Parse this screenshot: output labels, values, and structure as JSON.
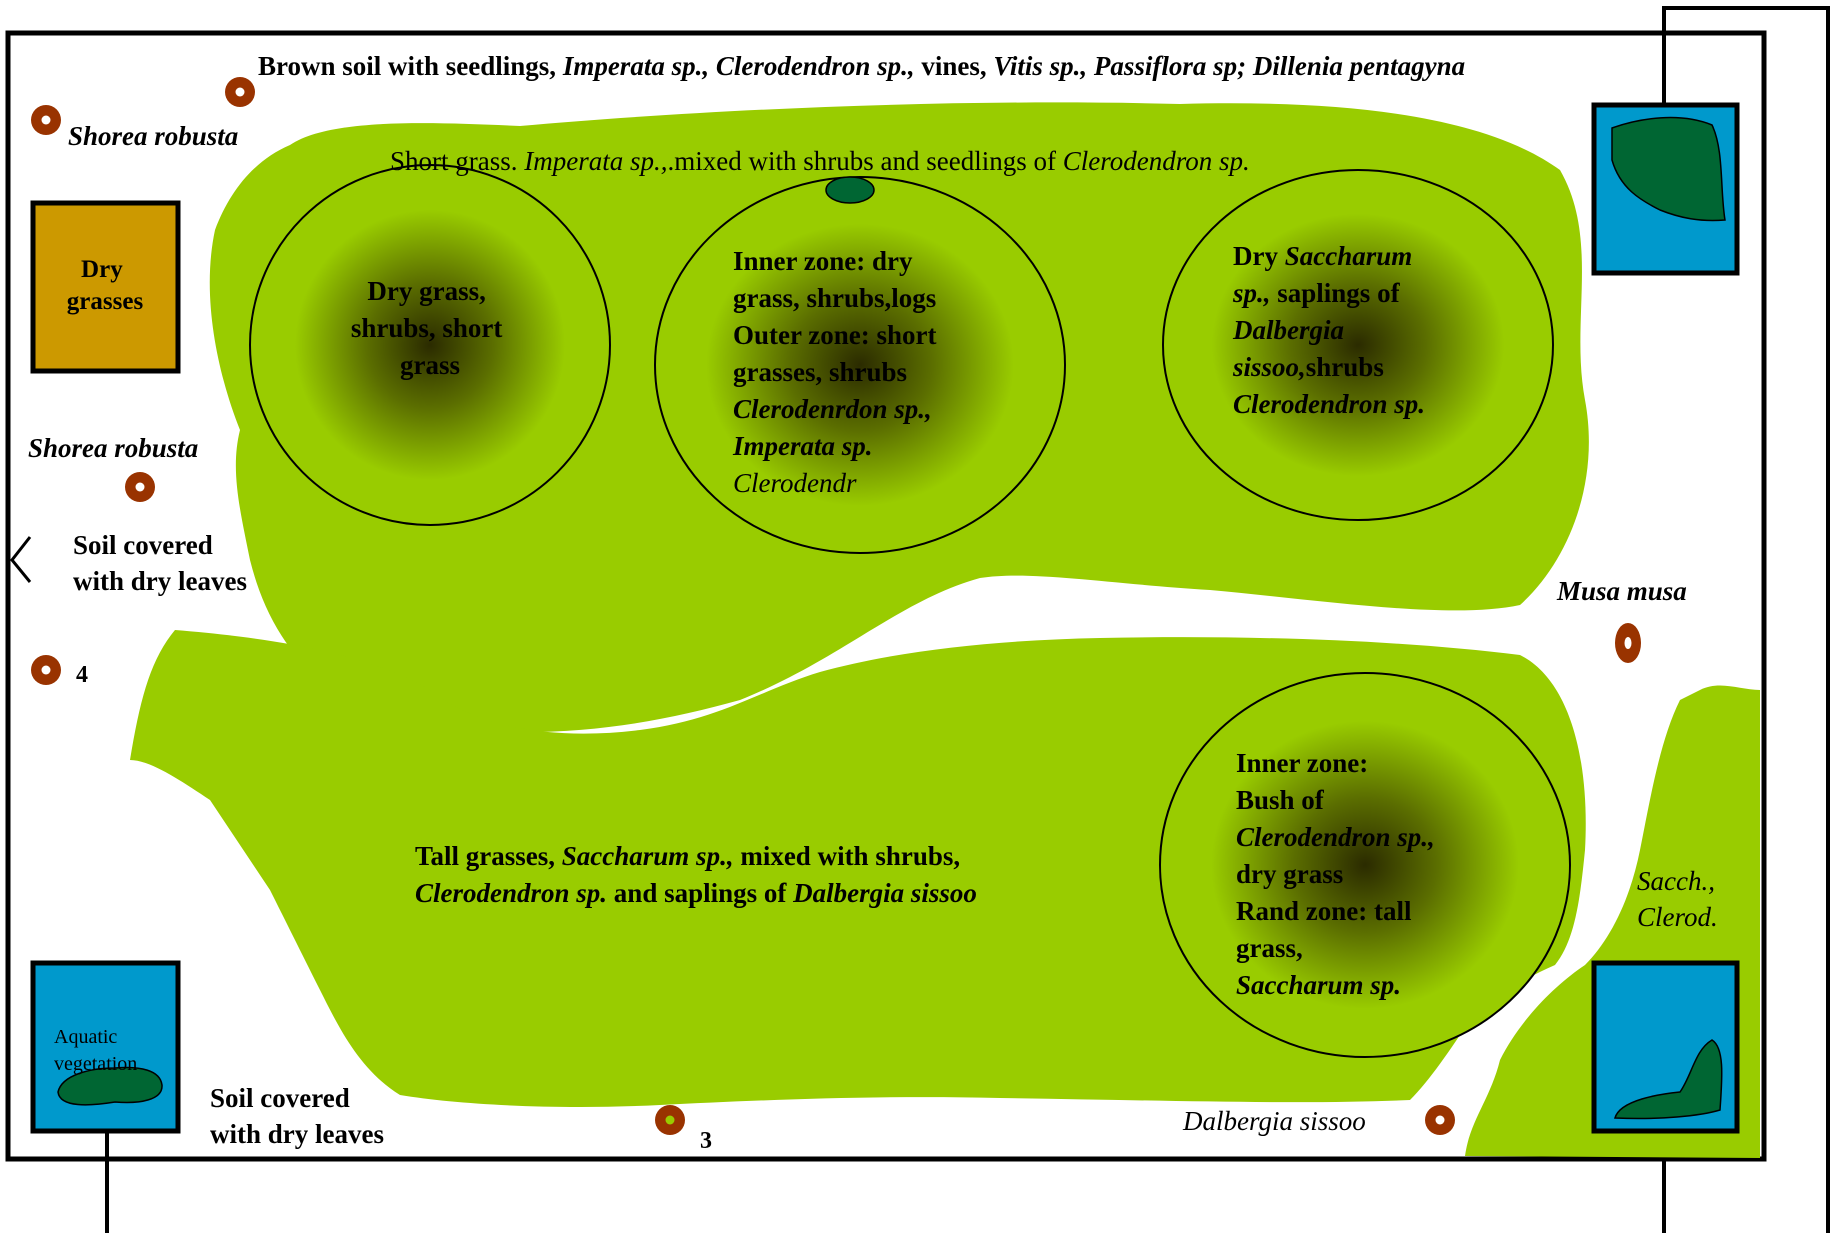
{
  "colors": {
    "vegetation": "#99cc00",
    "water": "#0099cc",
    "aquatic_plant": "#006633",
    "dry_grass_box": "#cc9900",
    "tree_marker": "#993300",
    "zone_center": "#2b2b00",
    "border": "#000000"
  },
  "top_label": {
    "t1": "Brown soil with  seedlings, ",
    "t2": "Imperata sp., Clerodendron sp.,",
    "t3": " vines, ",
    "t4": "Vitis sp., Passiflora sp; Dillenia pentagyna"
  },
  "short_grass": {
    "t1": "Short grass. ",
    "t2": "Imperata sp.,",
    "t3": ".mixed with shrubs and seedlings of ",
    "t4": "Clerodendron sp."
  },
  "tree_labels": {
    "shorea_1": "Shorea robusta",
    "shorea_2": "Shorea robusta",
    "musa": "Musa musa",
    "dalbergia": "Dalbergia  sissoo",
    "num_4": "4",
    "num_3": "3"
  },
  "dry_grasses": {
    "line1": "Dry",
    "line2": "grasses"
  },
  "soil_labels": {
    "left_l1": "Soil covered",
    "left_l2": "with dry leaves",
    "bottom_l1": "Soil covered",
    "bottom_l2": "with dry leaves"
  },
  "zone1": {
    "l1": "Dry grass,",
    "l2": "shrubs, short",
    "l3": "grass"
  },
  "zone2": {
    "l1": "Inner zone: dry",
    "l2": "grass, shrubs,logs",
    "l3": "Outer zone: short",
    "l4": "grasses, shrubs",
    "l5": "Clerodenrdon sp.,",
    "l6": "Imperata sp.",
    "l7": "Clerodendr"
  },
  "zone3": {
    "l1a": "Dry ",
    "l1b": "Saccharum",
    "l2a": "sp.,",
    "l2b": " saplings of",
    "l3": "Dalbergia",
    "l4a": "sissoo,",
    "l4b": "shrubs",
    "l5": "Clerodendron sp."
  },
  "zone4": {
    "l1": "Inner zone:",
    "l2": "Bush of",
    "l3": "Clerodendron sp.,",
    "l4": "dry grass",
    "l5": "Rand zone: tall",
    "l6": "grass,",
    "l7": " Saccharum sp."
  },
  "tall_grass": {
    "l1a": "Tall grasses, ",
    "l1b": "Saccharum sp.,",
    "l1c": " mixed with shrubs,",
    "l2a": "Clerodendron sp.",
    "l2b": " and saplings of ",
    "l2c": "Dalbergia sissoo"
  },
  "sacch": {
    "l1": "Sacch.,",
    "l2": "Clerod."
  },
  "aquatic": {
    "l1": "Aquatic",
    "l2": "vegetation"
  }
}
